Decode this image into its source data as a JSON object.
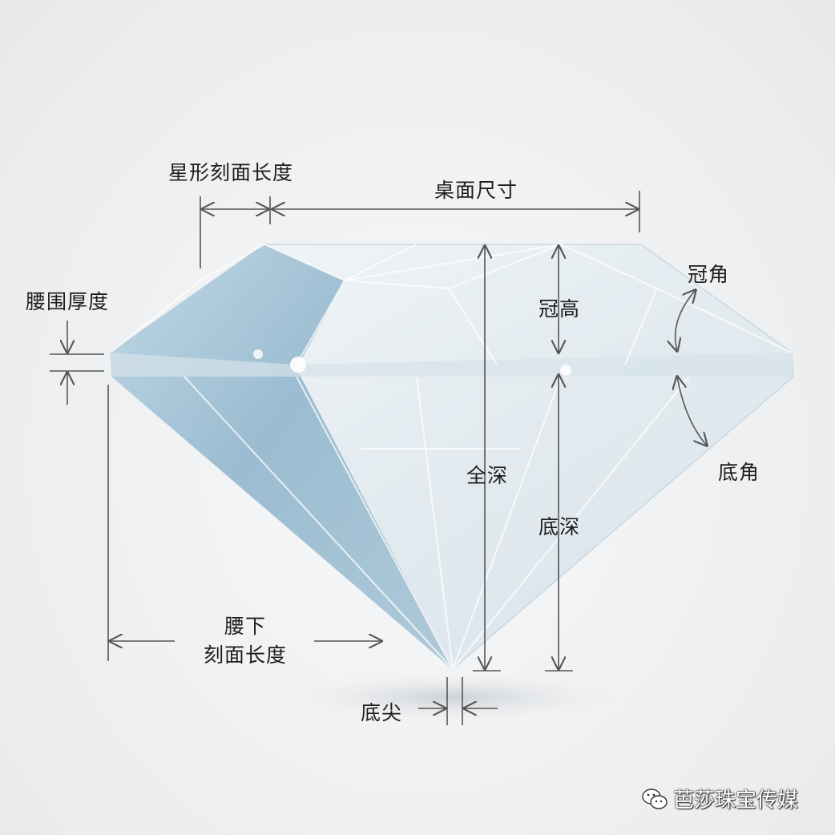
{
  "labels": {
    "star_facet_length": "星形刻面长度",
    "table_size": "桌面尺寸",
    "girdle_thickness": "腰围厚度",
    "crown_angle": "冠角",
    "crown_height": "冠高",
    "total_depth": "全深",
    "pavilion_depth": "底深",
    "pavilion_angle": "底角",
    "lower_girdle_facet_length_line1": "腰下",
    "lower_girdle_facet_length_line2": "刻面长度",
    "culet": "底尖"
  },
  "watermark": {
    "text": "芭莎珠宝传媒",
    "icon": "wechat-icon"
  },
  "colors": {
    "diamond_edge": "#a9c7d8",
    "diamond_body": "#e7eef3",
    "diamond_left_shade": "#8fb5cc",
    "dimension_line": "#555555"
  }
}
